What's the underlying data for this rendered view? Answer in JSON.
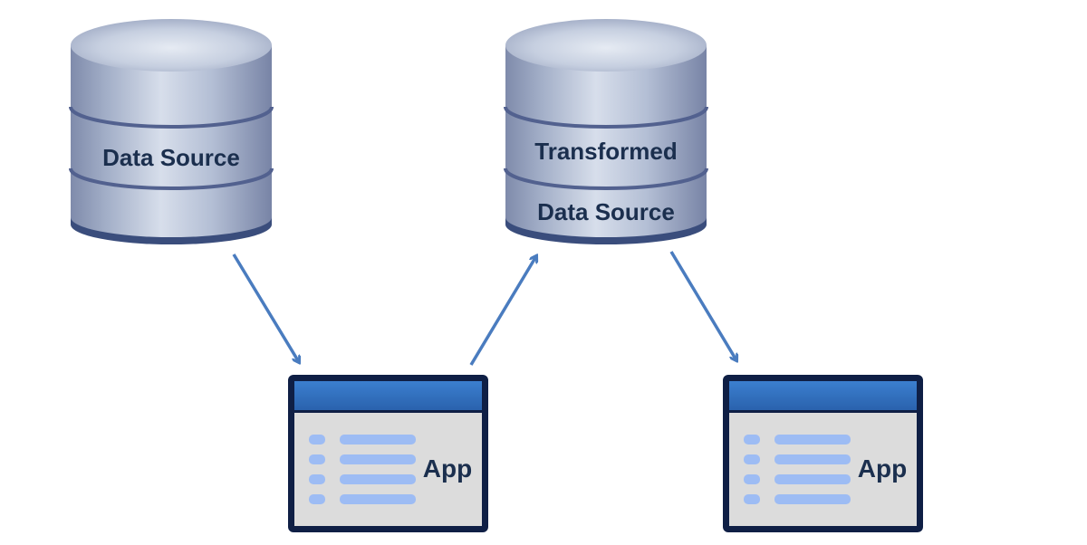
{
  "databases": [
    {
      "id": "source",
      "lines": [
        "Data Source"
      ]
    },
    {
      "id": "transformed",
      "lines": [
        "Transformed",
        "Data Source"
      ]
    }
  ],
  "apps": [
    {
      "id": "app1",
      "label": "App"
    },
    {
      "id": "app2",
      "label": "App"
    }
  ],
  "flows": [
    {
      "from": "Data Source",
      "to": "App (left)"
    },
    {
      "from": "App (left)",
      "to": "Transformed Data Source"
    },
    {
      "from": "Transformed Data Source",
      "to": "App (right)"
    }
  ],
  "colors": {
    "cylinder_light": "#d3dbe9",
    "cylinder_mid": "#a9b5cd",
    "cylinder_dark": "#7884a7",
    "cylinder_band": "#4e5e8c",
    "cylinder_base": "#3a4d7c",
    "arrow": "#4a7cbf",
    "app_frame": "#0f1f45",
    "app_titlebar": "#2f6fbf",
    "app_body": "#dcdcdc",
    "app_list_item": "#9dbcf4",
    "label_text": "#1b2f4e"
  }
}
